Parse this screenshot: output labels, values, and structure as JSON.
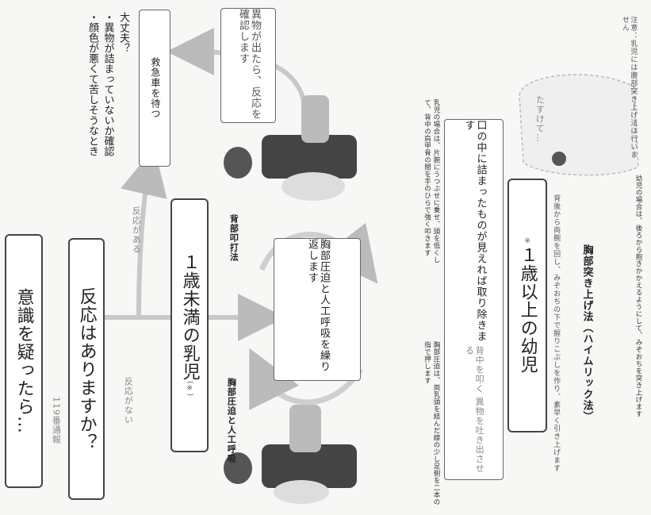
{
  "heading_main": "意識を疑ったら…",
  "note_call": "119番通報",
  "question": "反応はありますか？",
  "label_no": "反応がない",
  "label_yes": "反応がある",
  "right_bullets": [
    "大丈夫？",
    "・異物が詰まっていないか確認",
    "・顔色が悪くて苦しそうなとき"
  ],
  "right_top_box": "救急車を待つ",
  "infant_title": "１歳未満の乳児",
  "infant_mark": "(※)",
  "infant_steps_left": "胸部圧迫と人工呼吸",
  "infant_steps_right": "背部叩打法",
  "center_box": "胸部圧迫と人工呼吸を繰り返します",
  "right_box": "口の中に詰まったものが見えれば取り除きます",
  "right_box_sub": "背中を叩く 異物を吐き出させる",
  "child_title": "１歳以上の幼児",
  "child_mark": "※",
  "child_caption": "胸部突き上げ法（ハイムリック法）",
  "child_note_small": "背後から両腕を回し、みぞおちの下で握りこぶしを作り、素早く引き上げます",
  "side_text_1": "乳児の場合は、片腕にうつぶせに乗せ、頭を低くして、背中の肩甲骨の間を手のひらで強く叩きます",
  "side_text_2": "胸部圧迫は、両乳頭を結んだ線の少し足側を二本の指で押します",
  "side_text_3": "幼児の場合は、後ろから抱きかかえるようにして、みぞおちを突き上げます",
  "bubble_text": "異物が出たら、反応を確認します",
  "speech_bottom": "たすけて…",
  "bottom_note": "注意：乳児には腹部突き上げ法は行いません"
}
